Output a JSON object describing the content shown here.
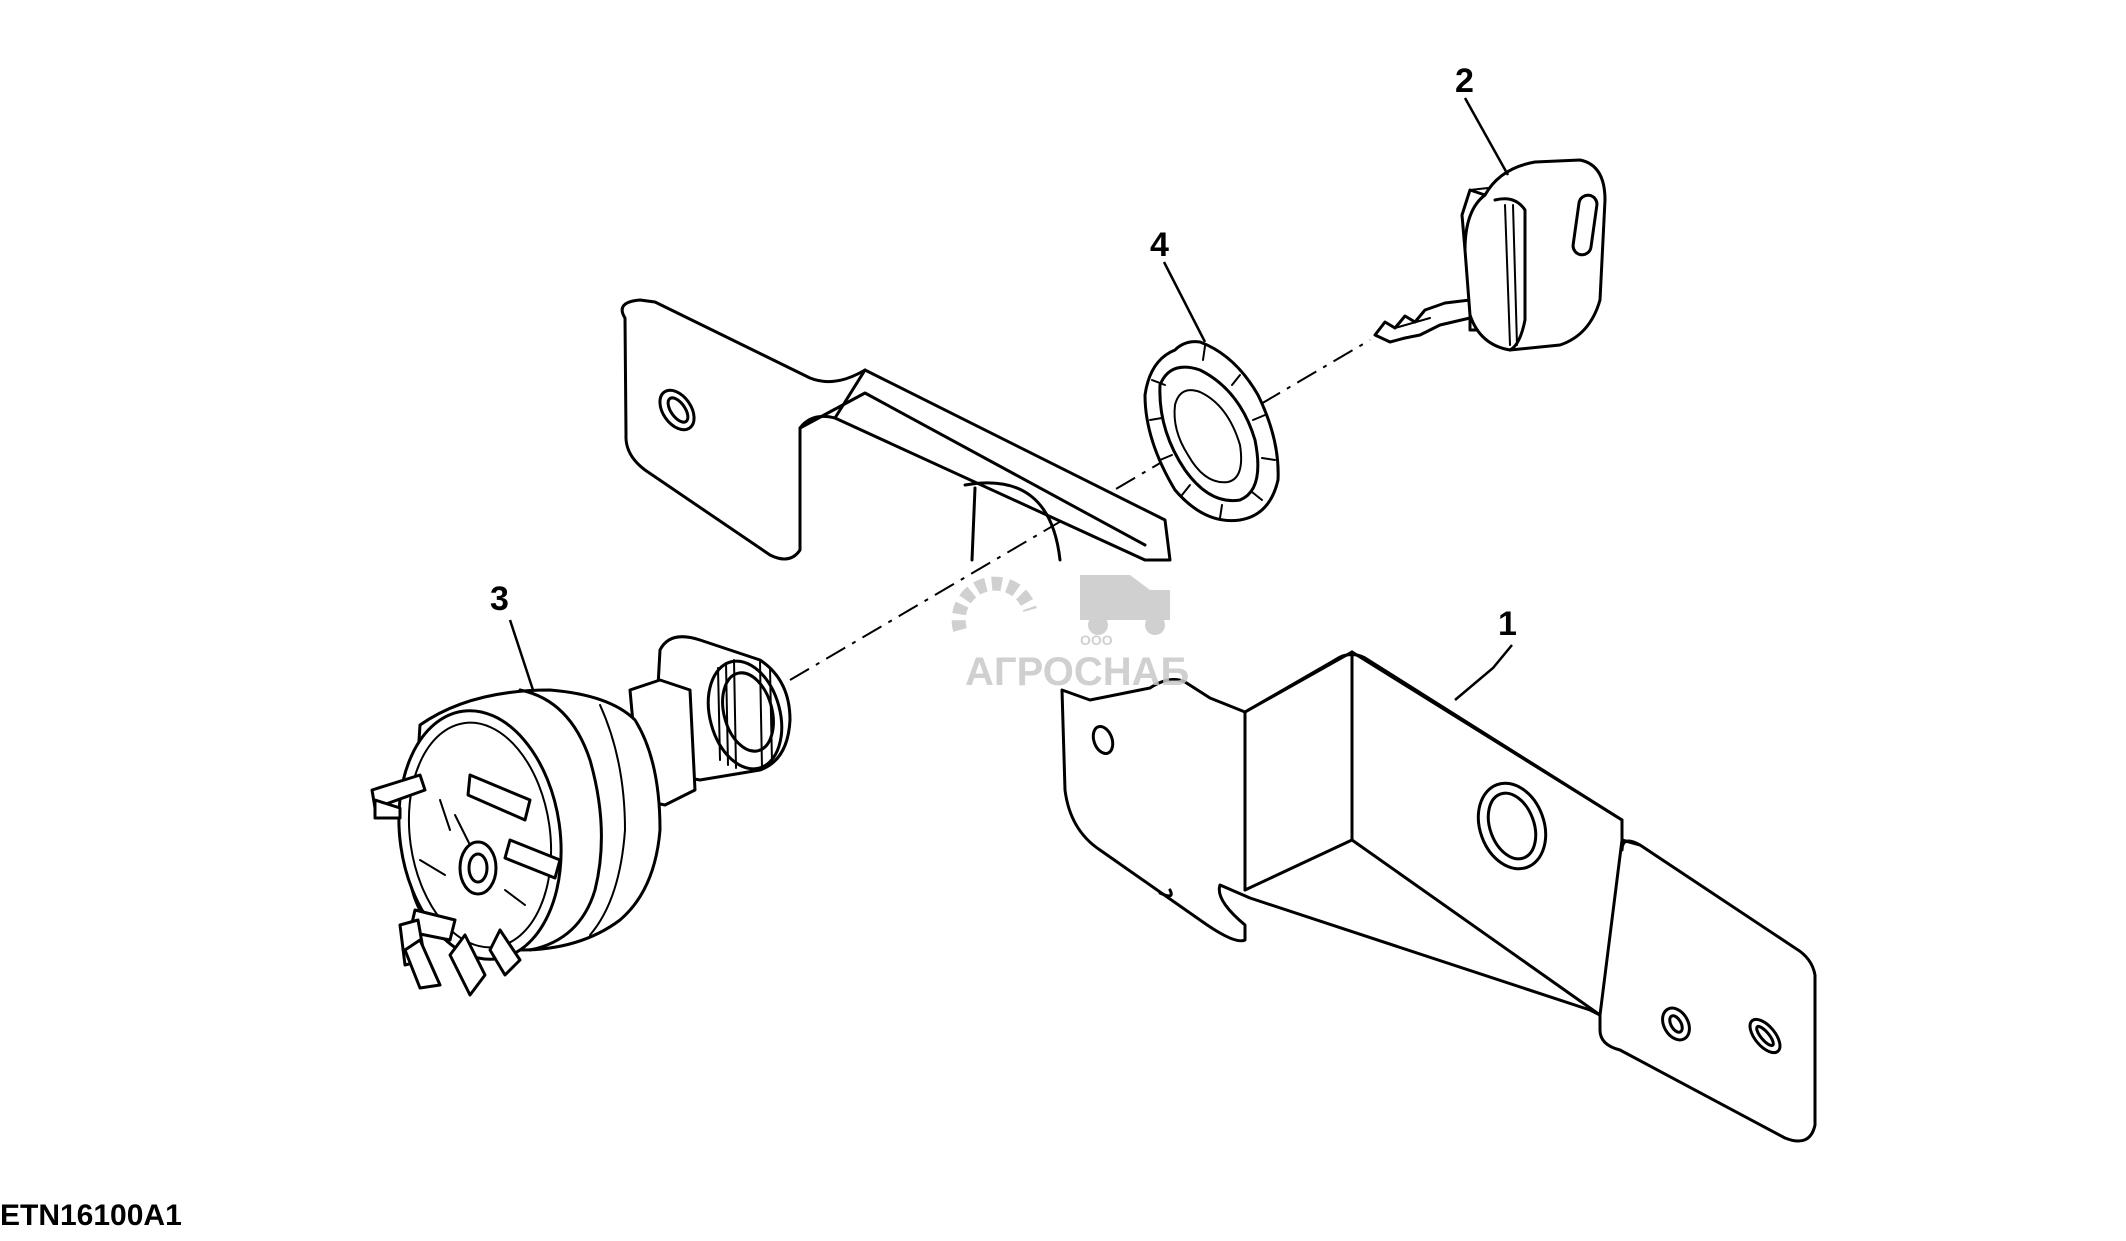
{
  "figure_id": "ETN16100A1",
  "callouts": {
    "c1": "1",
    "c2": "2",
    "c3": "3",
    "c4": "4"
  },
  "watermark": {
    "main": "АГРОСНАБ",
    "sub": "ООО"
  },
  "colors": {
    "line": "#000000",
    "background": "#ffffff",
    "watermark": "#c8c8c8"
  }
}
